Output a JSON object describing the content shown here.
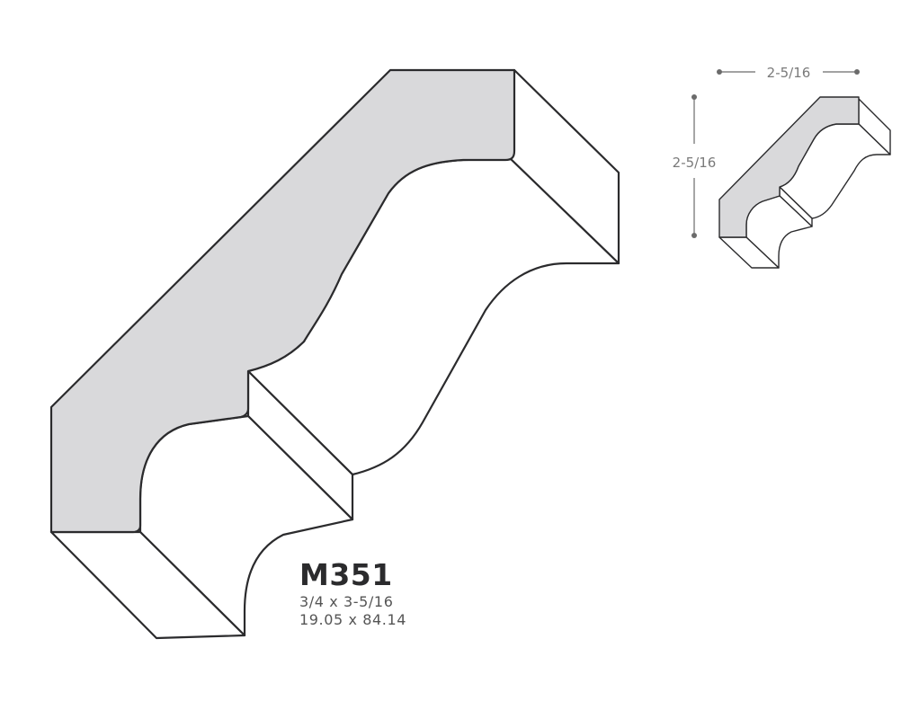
{
  "product": {
    "model": "M351",
    "size_imperial": "3/4 x 3-5/16",
    "size_metric": "19.05 x 84.14"
  },
  "thumbnail": {
    "width_label": "2-5/16",
    "height_label": "2-5/16"
  },
  "colors": {
    "profile_fill": "#d9d9db",
    "outline": "#2b2b2d",
    "dimension": "#6b6b6b"
  }
}
